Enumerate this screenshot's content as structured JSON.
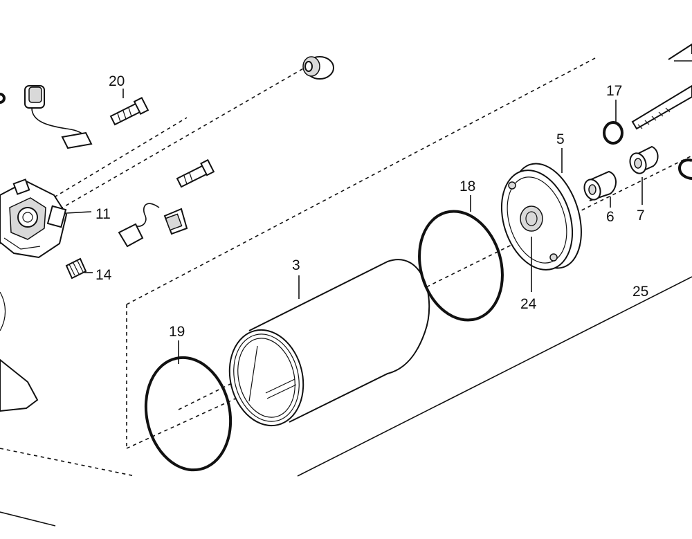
{
  "callouts": {
    "c20": "20",
    "c17": "17",
    "c5": "5",
    "c18": "18",
    "c11": "11",
    "c14": "14",
    "c6": "6",
    "c7": "7",
    "c3": "3",
    "c24": "24",
    "c25": "25",
    "c19": "19"
  }
}
